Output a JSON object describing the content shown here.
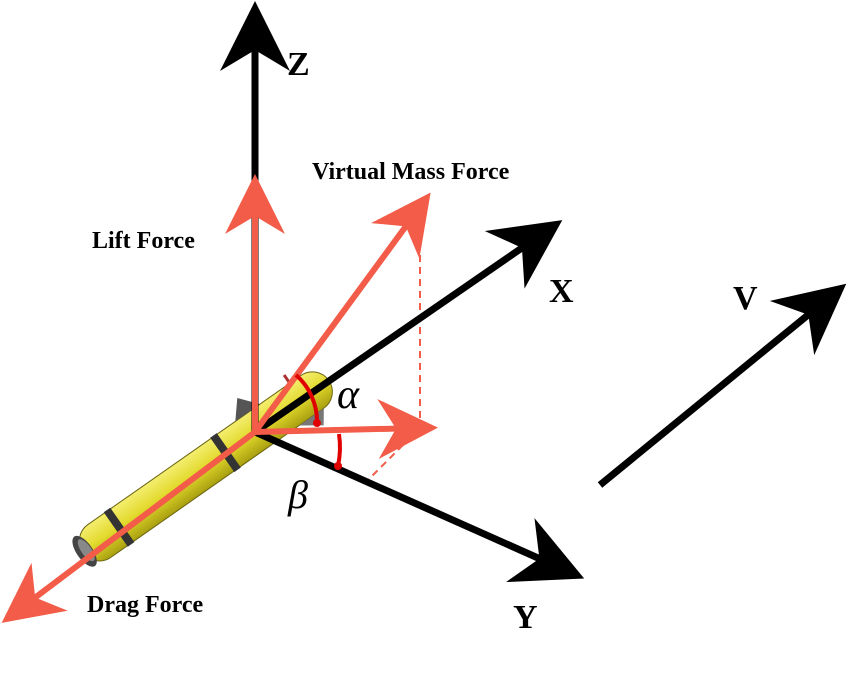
{
  "axes": {
    "z_label": "Z",
    "x_label": "X",
    "y_label": "Y",
    "v_label": "V"
  },
  "forces": {
    "lift": "Lift Force",
    "virtual_mass": "Virtual Mass Force",
    "drag": "Drag Force"
  },
  "angles": {
    "alpha": "α",
    "beta": "β"
  },
  "colors": {
    "axis": "#000000",
    "force": "#f25c48",
    "angle_arc": "#e00000",
    "vehicle_body": "#e4dc3a"
  },
  "icons": {
    "vehicle": "underwater-glider-icon"
  }
}
